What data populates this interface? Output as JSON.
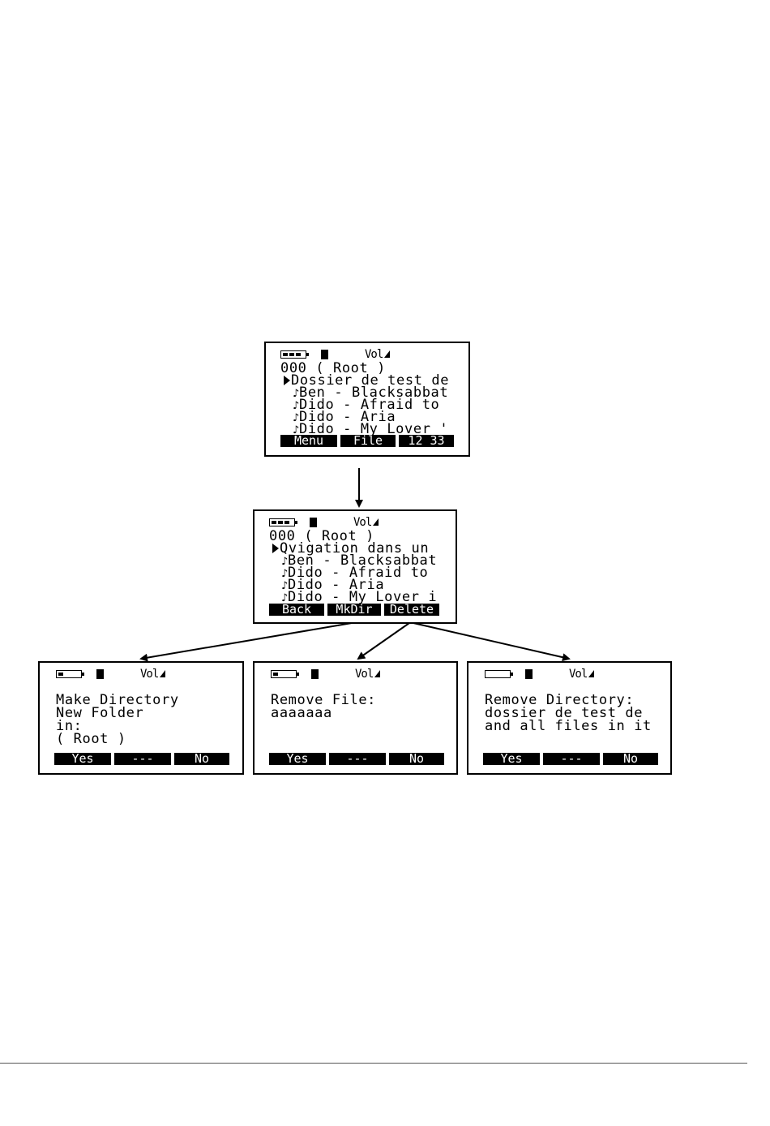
{
  "status": {
    "volume_label": "Vol"
  },
  "screens": {
    "root_browser": {
      "path": "000 ( Root )",
      "rows": [
        "Dossier de test de",
        "Ben - Blacksabbat",
        "Dido - Afraid to",
        "Dido - Aria",
        "Dido - My Lover '"
      ],
      "softkeys": [
        "Menu",
        "File",
        "12 33"
      ]
    },
    "file_menu": {
      "path": "000 ( Root )",
      "rows": [
        "Qvigation dans un",
        "Ben - Blacksabbat",
        "Dido - Afraid to",
        "Dido - Aria",
        "Dido - My Lover i"
      ],
      "softkeys": [
        "Back",
        "MkDir",
        "Delete"
      ]
    },
    "make_directory": {
      "lines": [
        "Make Directory",
        "New Folder",
        "in:",
        "( Root )"
      ],
      "softkeys": [
        "Yes",
        "---",
        "No"
      ]
    },
    "remove_file": {
      "lines": [
        "Remove File:",
        "aaaaaaa"
      ],
      "softkeys": [
        "Yes",
        "---",
        "No"
      ]
    },
    "remove_directory": {
      "lines": [
        "Remove Directory:",
        "dossier de test de",
        "and all files in it"
      ],
      "softkeys": [
        "Yes",
        "---",
        "No"
      ]
    }
  }
}
